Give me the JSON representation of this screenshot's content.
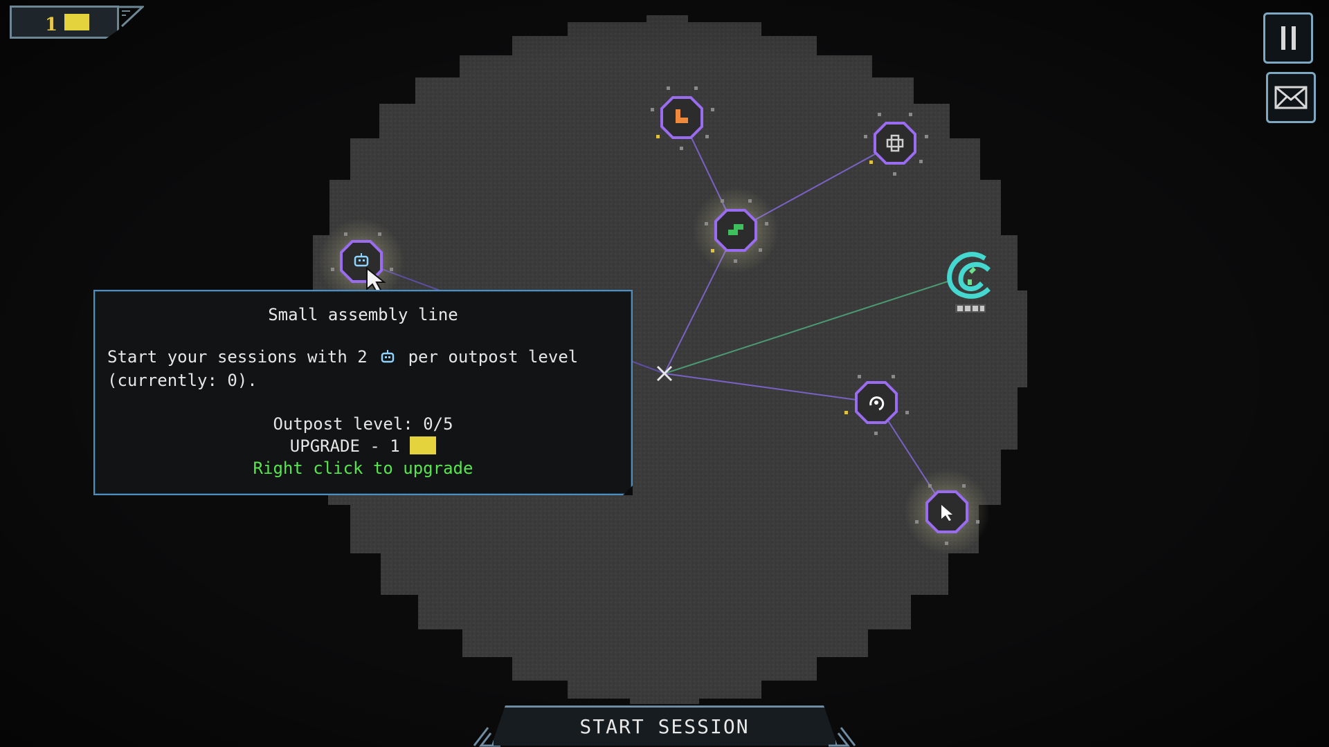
{
  "hud": {
    "currency_amount": "1",
    "chip_color": "#e4d33c"
  },
  "controls": {
    "pause_icon": "pause-icon",
    "mail_icon": "envelope-icon"
  },
  "tooltip": {
    "title": "Small assembly line",
    "desc_before": "Start your sessions with 2",
    "desc_after": "per outpost level",
    "desc_line2": "(currently: 0).",
    "level": "Outpost level: 0/5",
    "upgrade": "UPGRADE - 1",
    "hint": "Right click to upgrade",
    "hint_color": "#57e64d"
  },
  "footer": {
    "start_label": "START SESSION"
  },
  "colors": {
    "map_bg": "#3c3c3c",
    "node_ring": "#9a6cf0",
    "node_glow": "#e8e6b8",
    "link_purple": "#7a61c4",
    "link_green": "#4c9a73",
    "portal": "#45d8d0",
    "ui_border": "#6e8da3"
  },
  "nodes": [
    {
      "id": "assembly-line",
      "icon": "robot-icon",
      "icon_color": "#8fd4ff",
      "glow": true
    },
    {
      "id": "factory",
      "icon": "l-block-icon",
      "icon_color": "#ef8a3c",
      "glow": false
    },
    {
      "id": "junction",
      "icon": "gear-cross-icon",
      "icon_color": "#cfcfcf",
      "glow": false
    },
    {
      "id": "hub",
      "icon": "green-block-icon",
      "icon_color": "#3ec15c",
      "glow": true
    },
    {
      "id": "radar",
      "icon": "radar-icon",
      "icon_color": "#ffffff",
      "glow": false
    },
    {
      "id": "cursor",
      "icon": "cursor-icon",
      "icon_color": "#ffffff",
      "glow": true
    }
  ],
  "center_marker": "x-mark-icon",
  "portal_icon": "portal-swirl-icon"
}
